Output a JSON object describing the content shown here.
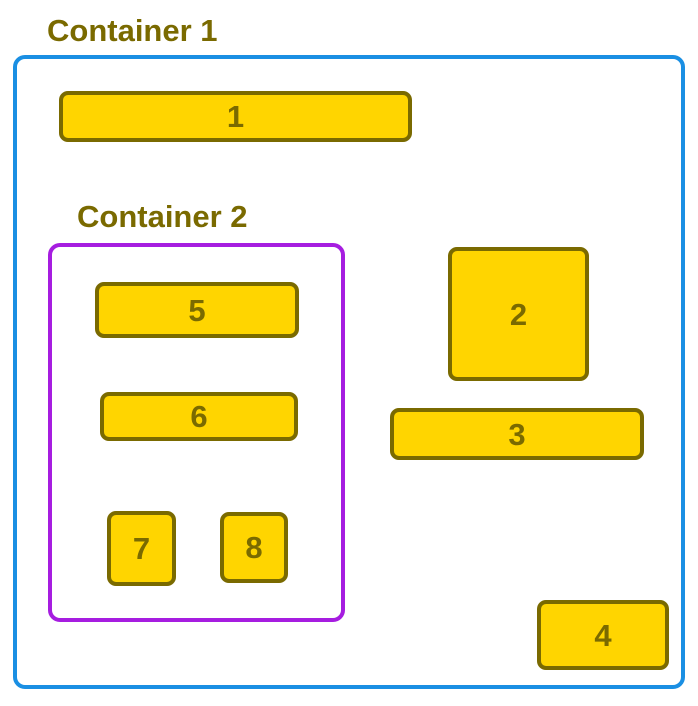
{
  "colors": {
    "container1_border": "#1a8fe3",
    "container2_border": "#a61de0",
    "box_fill": "#ffd500",
    "box_border": "#7a6a00",
    "label_text": "#7a6a00"
  },
  "containers": [
    {
      "label": "Container 1"
    },
    {
      "label": "Container 2"
    }
  ],
  "boxes": [
    {
      "label": "1"
    },
    {
      "label": "2"
    },
    {
      "label": "3"
    },
    {
      "label": "4"
    },
    {
      "label": "5"
    },
    {
      "label": "6"
    },
    {
      "label": "7"
    },
    {
      "label": "8"
    }
  ]
}
